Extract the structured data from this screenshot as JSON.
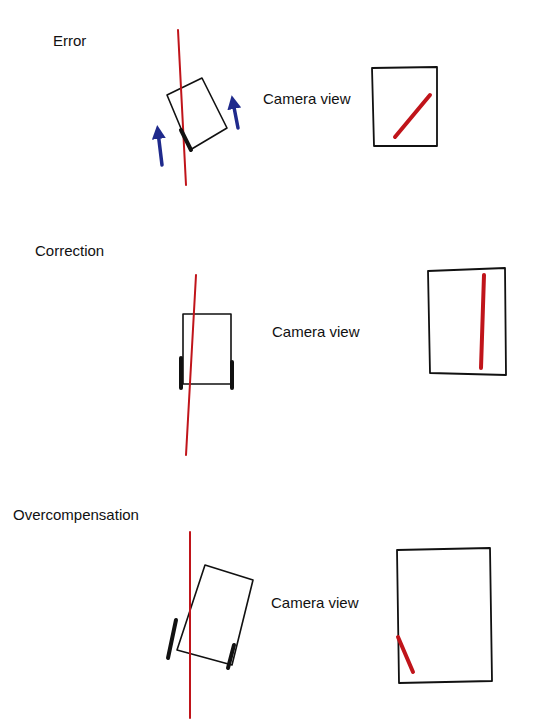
{
  "diagram": {
    "labels": [
      "Error",
      "Camera view",
      "Correction",
      "Camera view",
      "Overcompensation",
      "Camera view"
    ]
  }
}
